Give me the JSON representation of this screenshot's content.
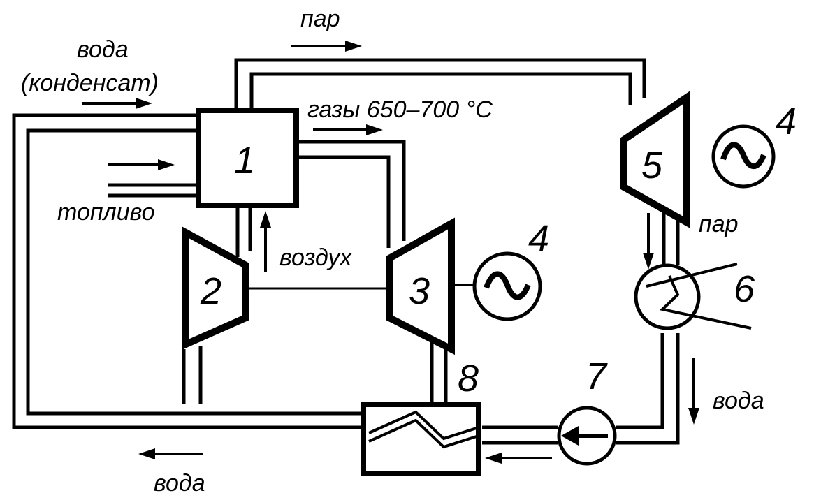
{
  "labels": {
    "steam_top": "пар",
    "water_condensate_1": "вода",
    "water_condensate_2": "(конденсат)",
    "gases": "газы 650–700 °С",
    "fuel": "топливо",
    "air": "воздух",
    "steam_right": "пар",
    "water_right": "вода",
    "water_bottom": "вода"
  },
  "components": {
    "n1": "1",
    "n2": "2",
    "n3": "3",
    "n4a": "4",
    "n4b": "4",
    "n5": "5",
    "n6": "6",
    "n7": "7",
    "n8": "8"
  }
}
